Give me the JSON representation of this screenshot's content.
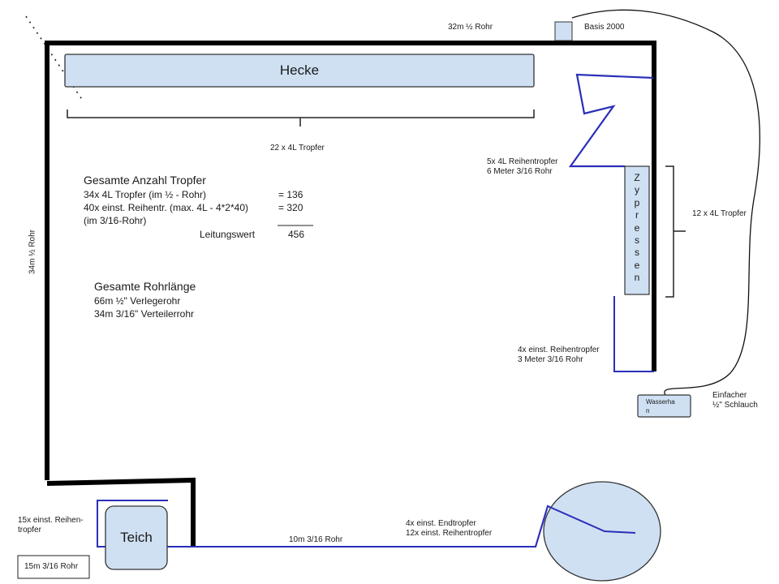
{
  "hedge": {
    "label": "Hecke"
  },
  "pond": {
    "label": "Teich"
  },
  "cypress": {
    "letters": [
      "Z",
      "y",
      "p",
      "r",
      "e",
      "s",
      "s",
      "e",
      "n"
    ]
  },
  "faucet": {
    "line1": "Wasserha",
    "line2": "n"
  },
  "labels": {
    "top_pipe": "32m ½ Rohr",
    "basis": "Basis 2000",
    "hedge_drippers": "22 x 4L Tropfer",
    "row_drippers_top_1": "5x 4L Reihentropfer",
    "row_drippers_top_2": "6 Meter 3/16 Rohr",
    "cypress_drippers": "12 x 4L Tropfer",
    "left_pipe": "34m ½ Rohr",
    "row_drippers_mid_1": "4x einst. Reihentropfer",
    "row_drippers_mid_2": "3 Meter 3/16 Rohr",
    "hose_1": "Einfacher",
    "hose_2": "½\" Schlauch",
    "pond_drippers_1": "15x einst. Reihen-",
    "pond_drippers_2": "tropfer",
    "pond_pipe": "15m 3/16 Rohr",
    "bottom_pipe": "10m 3/16 Rohr",
    "circle_drippers_1": "4x einst. Endtropfer",
    "circle_drippers_2": "12x einst. Reihentropfer"
  },
  "summary_drippers": {
    "title": "Gesamte Anzahl Tropfer",
    "row1": "34x 4L Tropfer (im ½ - Rohr)",
    "row1_val": "= 136",
    "row2": "40x einst. Reihentr. (max. 4L - 4*2*40)",
    "row2_val": "= 320",
    "row3": "(im 3/16-Rohr)",
    "total_label": "Leitungswert",
    "total_val": "456"
  },
  "summary_pipes": {
    "title": "Gesamte Rohrlänge",
    "row1": "66m ½\" Verlegerohr",
    "row2": "34m 3/16\" Verteilerrohr"
  }
}
